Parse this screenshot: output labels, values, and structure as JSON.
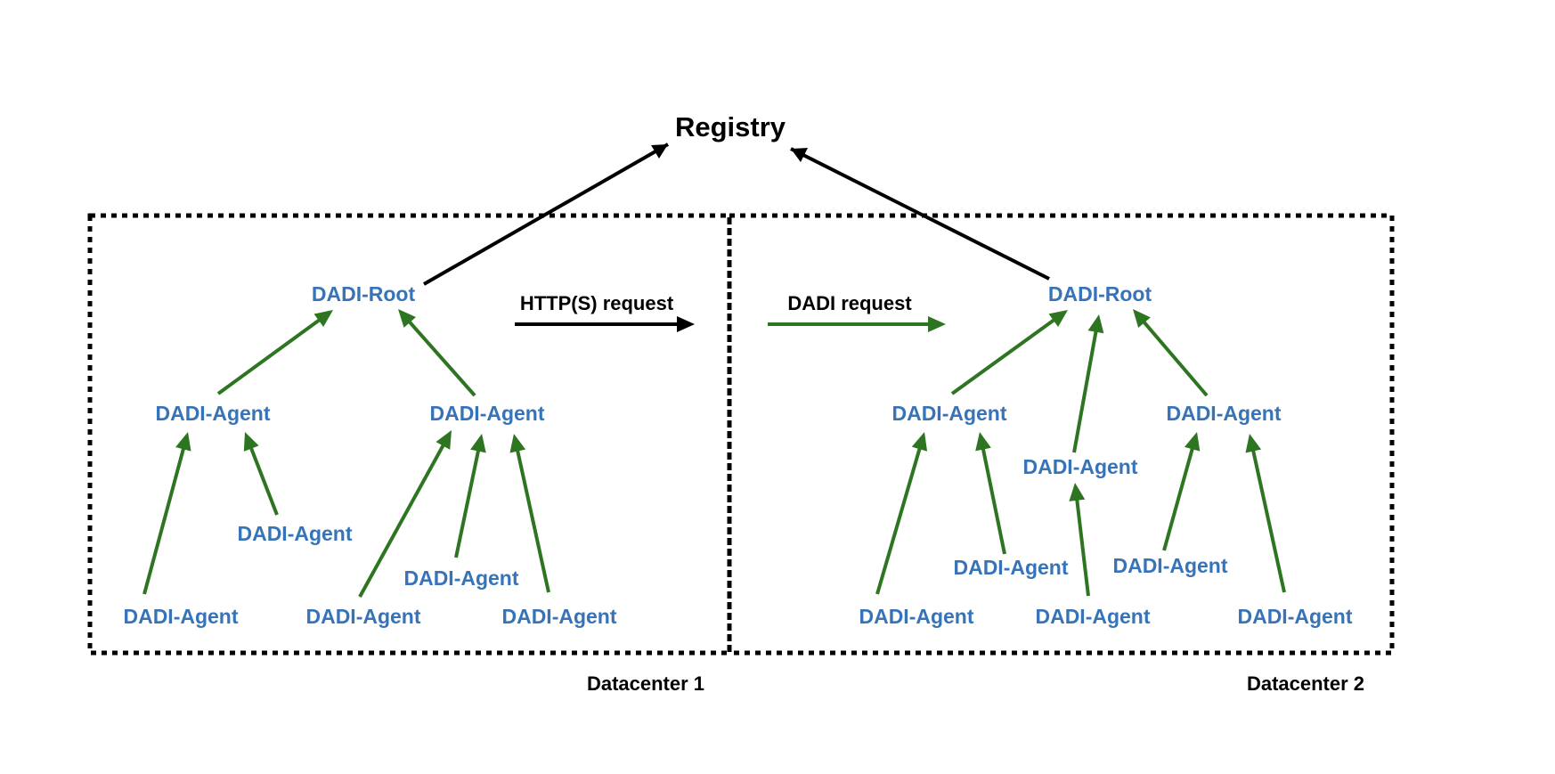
{
  "colors": {
    "node_text": "#3673b8",
    "green_arrow": "#2e7522",
    "black": "#000000",
    "background": "#ffffff"
  },
  "registry": {
    "label": "Registry"
  },
  "legend": {
    "http_label": "HTTP(S) request",
    "dadi_label": "DADI request"
  },
  "datacenter1": {
    "label": "Datacenter 1",
    "root": "DADI-Root",
    "agent_a": "DADI-Agent",
    "agent_b": "DADI-Agent",
    "leaf_a1": "DADI-Agent",
    "leaf_a2": "DADI-Agent",
    "leaf_b1": "DADI-Agent",
    "leaf_b2": "DADI-Agent",
    "leaf_b3": "DADI-Agent"
  },
  "datacenter2": {
    "label": "Datacenter 2",
    "root": "DADI-Root",
    "agent_a": "DADI-Agent",
    "agent_mid": "DADI-Agent",
    "agent_b": "DADI-Agent",
    "leaf_a1": "DADI-Agent",
    "leaf_a2": "DADI-Agent",
    "leaf_mid": "DADI-Agent",
    "leaf_b1": "DADI-Agent",
    "leaf_b2": "DADI-Agent"
  }
}
